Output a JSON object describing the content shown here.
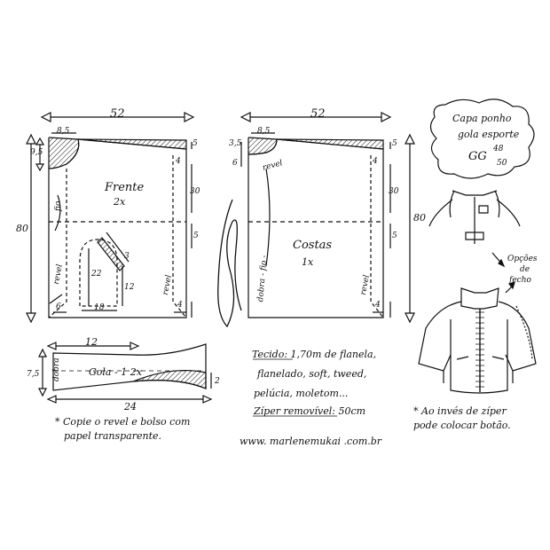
{
  "title": {
    "line1": "Capa ponho",
    "line2": "gola esporte",
    "size": "GG",
    "size_top": "48",
    "size_bottom": "50"
  },
  "front": {
    "name": "Frente",
    "qty": "2x",
    "width": "52",
    "height": "80",
    "neck_w": "8,5",
    "neck_h": "9,5",
    "shoulder_drop": "5",
    "dim_4": "4",
    "dim_30": "30",
    "dim_5b": "5",
    "fold": "fio",
    "facing": "revel",
    "facing_right": "revel",
    "dim_6": "6",
    "bottom_4": "4",
    "pocket_22": "22",
    "pocket_18": "18",
    "pocket_12": "12",
    "pocket_mark": "3"
  },
  "back": {
    "name": "Costas",
    "qty": "1x",
    "width": "52",
    "height": "80",
    "neck_w": "8,5",
    "neck_h1": "3,5",
    "neck_h2": "6",
    "shoulder_drop": "5",
    "dim_4": "4",
    "dim_30": "30",
    "dim_5b": "5",
    "fold": "dobra - fio -",
    "facing": "revel",
    "facing_right": "revel",
    "bottom_4": "4"
  },
  "collar": {
    "name": "Gola - 1 2x",
    "width_top": "12",
    "width_bottom": "24",
    "height": "7,5",
    "fold": "dobra",
    "right": "2"
  },
  "notes": {
    "copy_line1": "* Copie o revel e bolso com",
    "copy_line2": "papel transparente.",
    "fabric_line1": "Tecido: 1,70m de flanela,",
    "fabric_line2": "flanelado, soft, tweed,",
    "fabric_line3": "pelúcia, moletom...",
    "zipper": "Zíper removível: 50cm",
    "url": "www. marlenemukai .com.br",
    "options_line1": "Opções",
    "options_line2": "de",
    "options_line3": "fecho",
    "button_line1": "* Ao invés de zíper",
    "button_line2": "pode colocar botão."
  },
  "signature": "Marlene Mukai"
}
